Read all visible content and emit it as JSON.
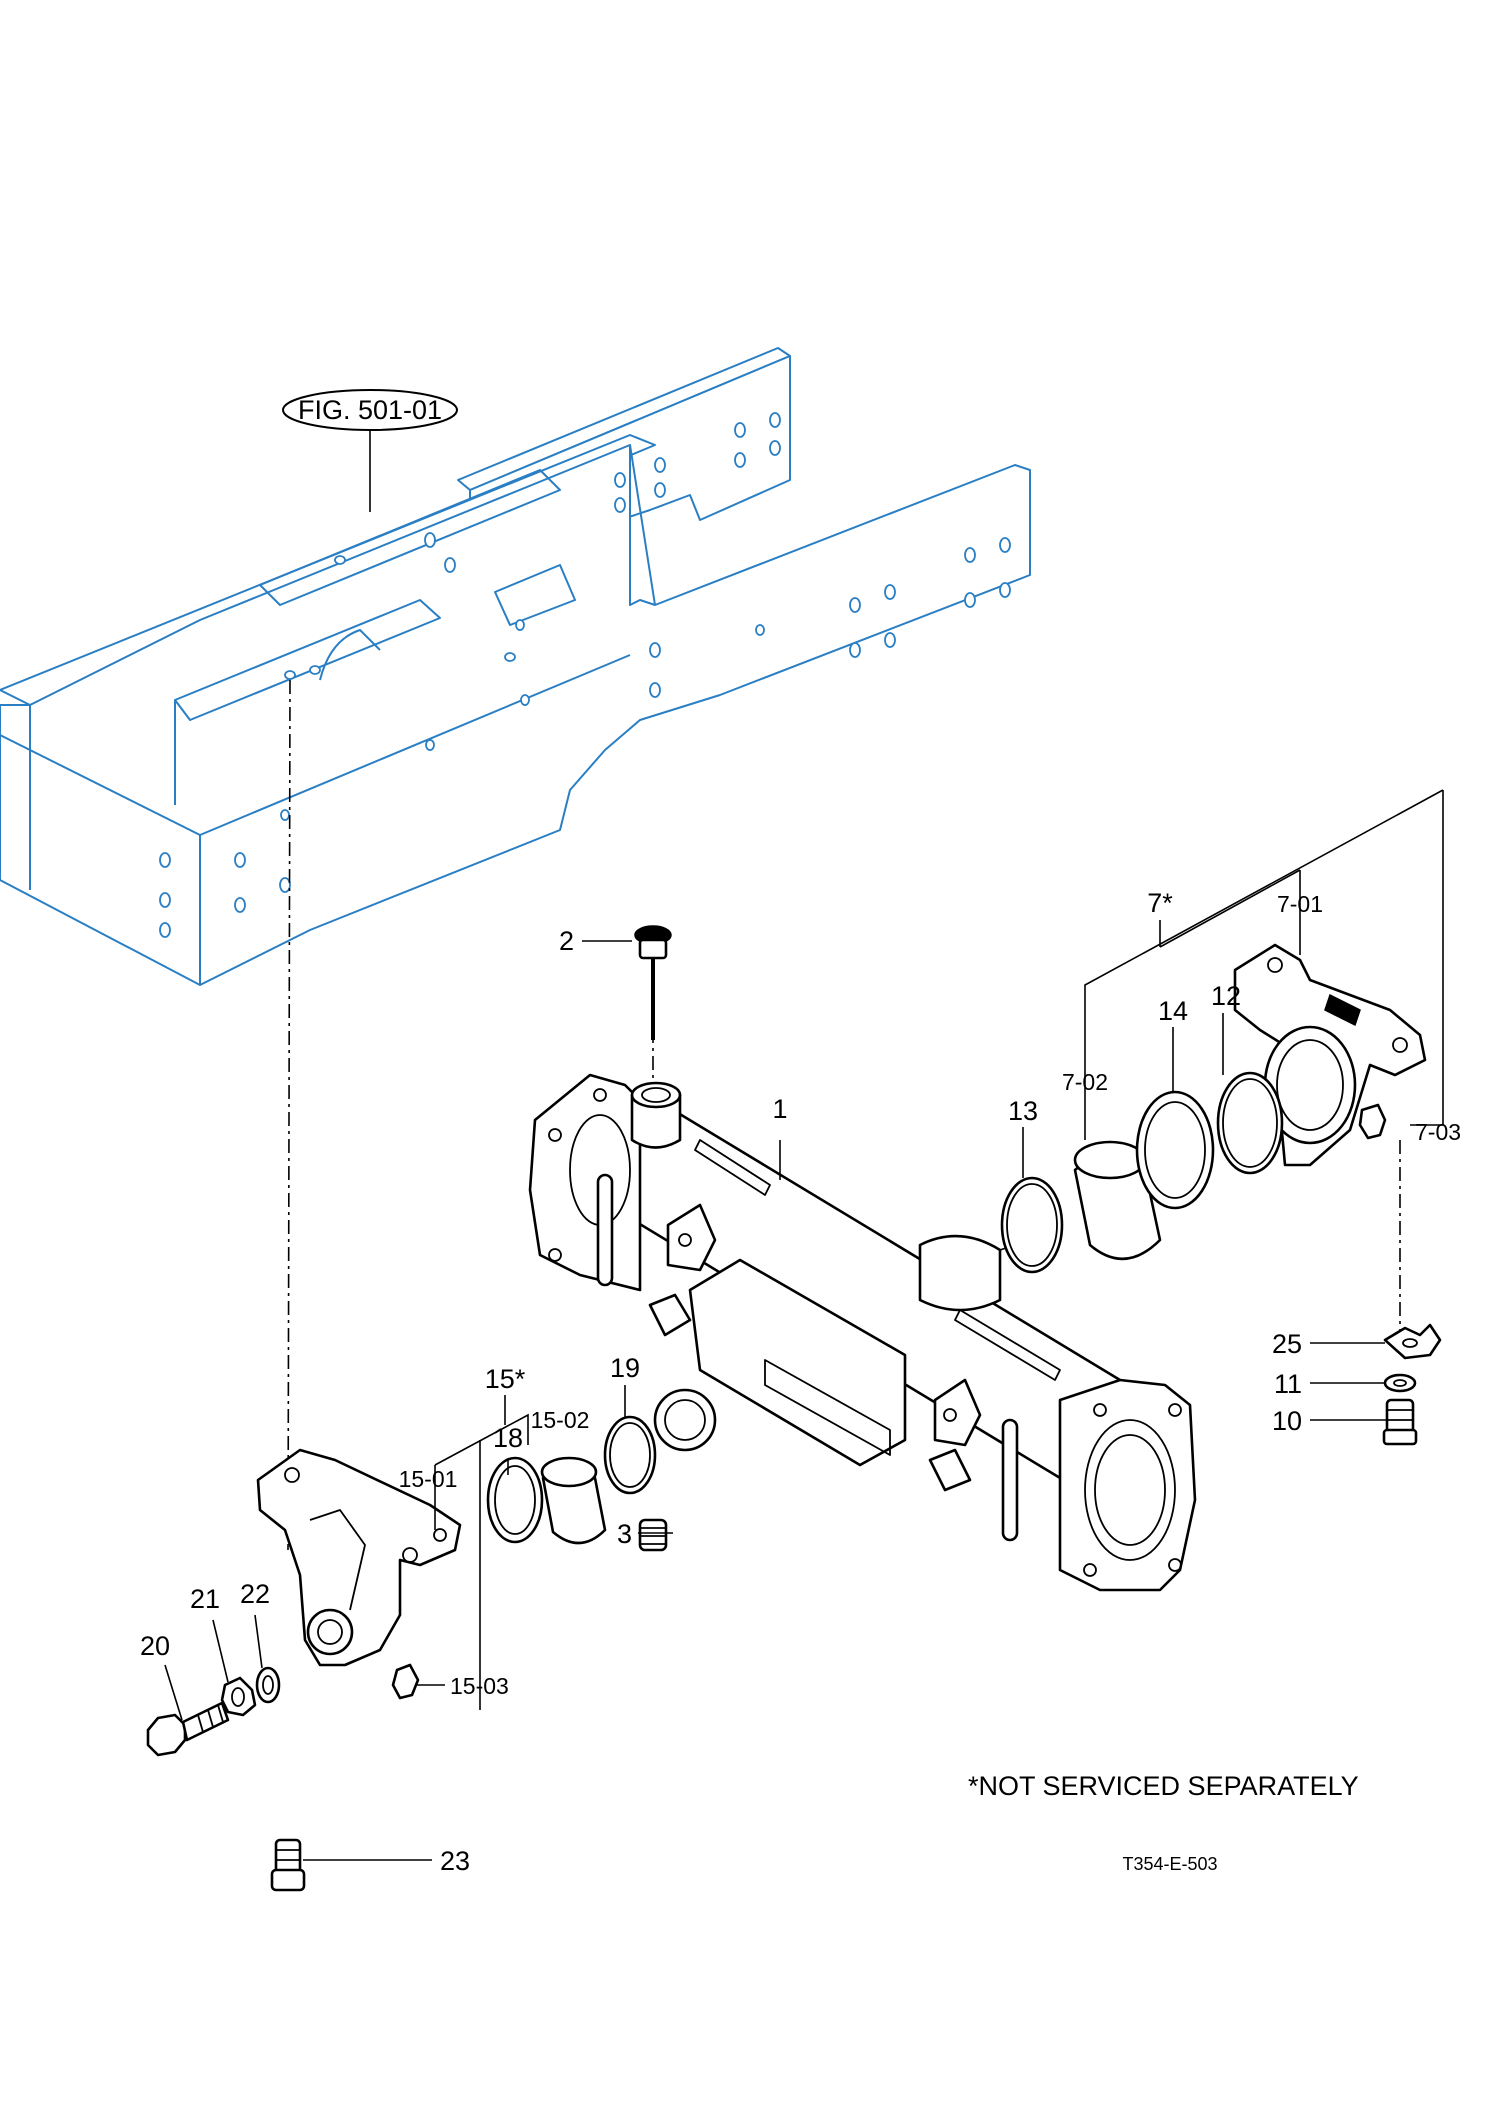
{
  "figure_ref": "FIG. 501-01",
  "callouts": {
    "c1": "1",
    "c2": "2",
    "c3": "3",
    "c7": "7*",
    "c7_01": "7-01",
    "c7_02": "7-02",
    "c7_03": "7-03",
    "c10": "10",
    "c11": "11",
    "c12": "12",
    "c13": "13",
    "c14": "14",
    "c15": "15*",
    "c15_01": "15-01",
    "c15_02": "15-02",
    "c15_03": "15-03",
    "c18": "18",
    "c19": "19",
    "c20": "20",
    "c21": "21",
    "c22": "22",
    "c23": "23",
    "c25": "25"
  },
  "note": "*NOT SERVICED SEPARATELY",
  "drawing_id": "T354-E-503",
  "colors": {
    "frame": "#2a7fc4",
    "parts": "#000000",
    "background": "#ffffff"
  }
}
